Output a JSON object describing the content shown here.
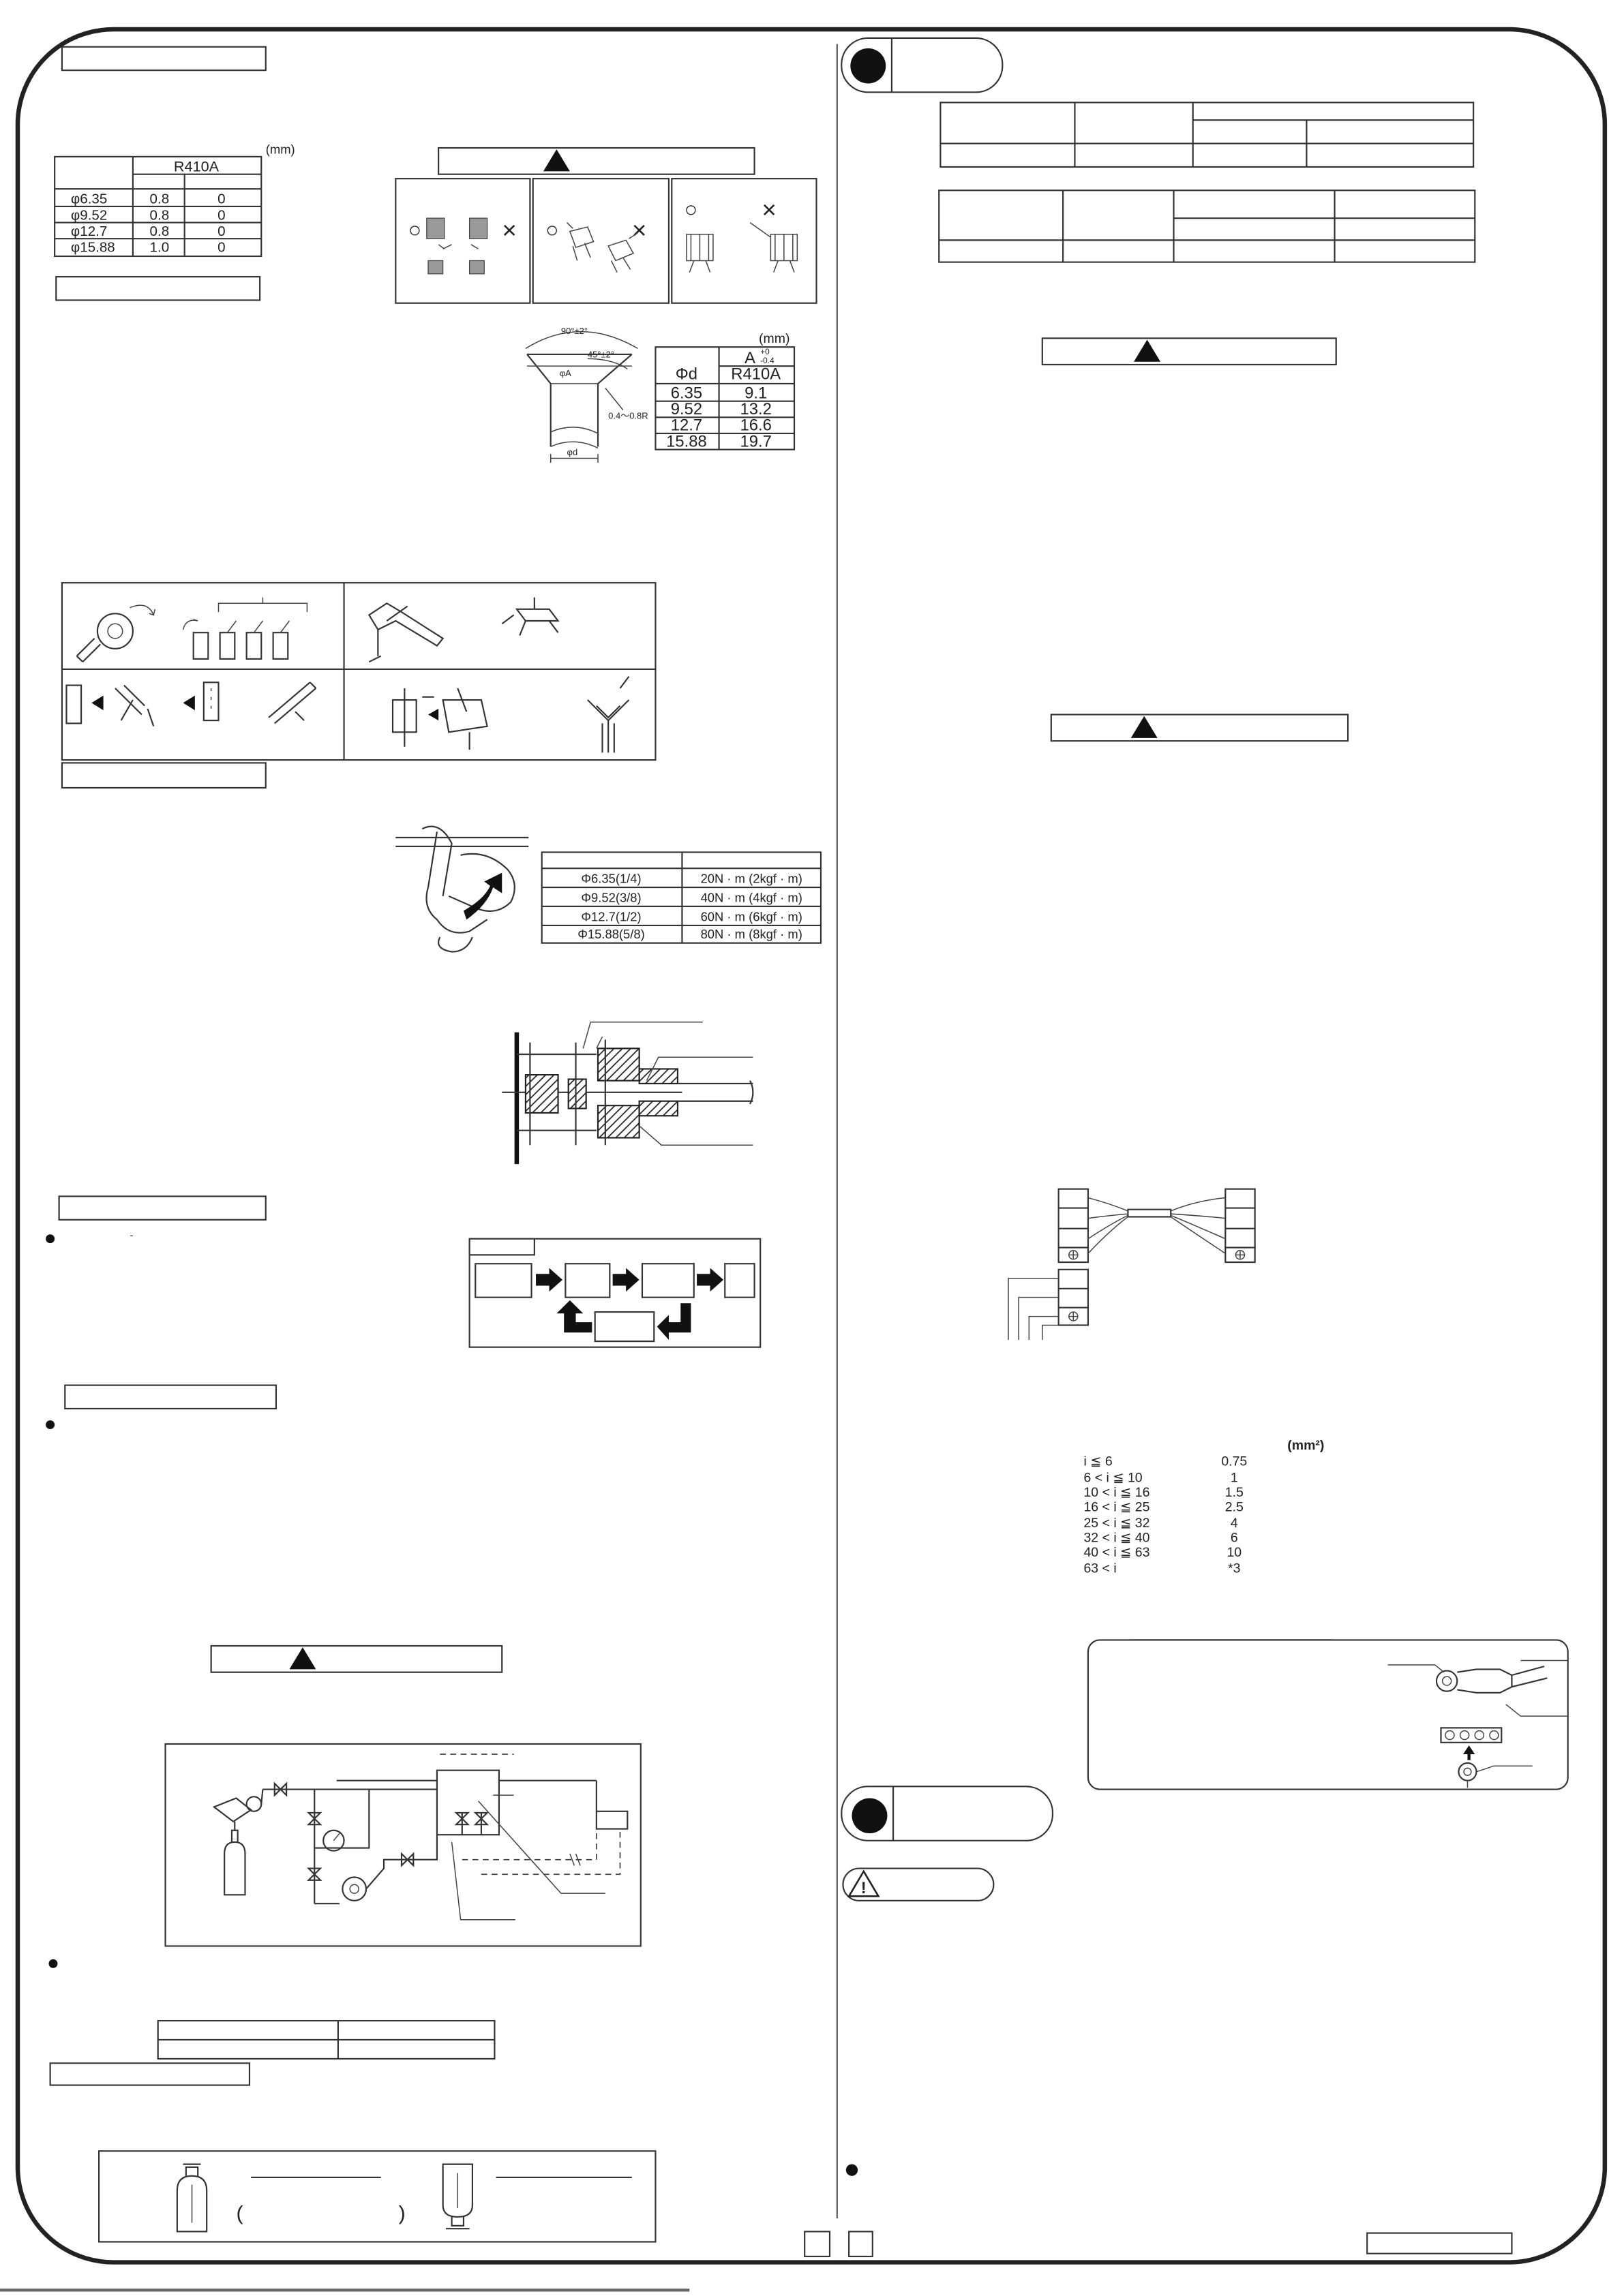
{
  "symbols": {
    "ok": "○",
    "ng": "×"
  },
  "flare_margin_table": {
    "unit": "(mm)",
    "refrigerant": "R410A",
    "rows": [
      {
        "size": "φ6.35",
        "a": "0.8",
        "b": "0"
      },
      {
        "size": "φ9.52",
        "a": "0.8",
        "b": "0"
      },
      {
        "size": "φ12.7",
        "a": "0.8",
        "b": "0"
      },
      {
        "size": "φ15.88",
        "a": "1.0",
        "b": "0"
      }
    ]
  },
  "flare_dimensions": {
    "angle_90": "90°±2°",
    "angle_45": "45°±2°",
    "label_A": "φA",
    "radius": "0.4～0.8R",
    "label_d": "φd",
    "unit": "(mm)",
    "col_A": "A",
    "tol_plus": "+0",
    "tol_minus": "-0.4",
    "col_d": "Φd",
    "refrigerant": "R410A",
    "rows": [
      {
        "d": "6.35",
        "A": "9.1"
      },
      {
        "d": "9.52",
        "A": "13.2"
      },
      {
        "d": "12.7",
        "A": "16.6"
      },
      {
        "d": "15.88",
        "A": "19.7"
      }
    ]
  },
  "torque_table": {
    "rows": [
      {
        "size": "Φ6.35(1/4)",
        "torque": "20N · m  (2kgf · m)"
      },
      {
        "size": "Φ9.52(3/8)",
        "torque": "40N · m  (4kgf · m)"
      },
      {
        "size": "Φ12.7(1/2)",
        "torque": "60N · m  (6kgf · m)"
      },
      {
        "size": "Φ15.88(5/8)",
        "torque": "80N · m  (8kgf · m)"
      }
    ]
  },
  "bullet_dash": "-",
  "bottle_panel": {
    "paren_open": "(",
    "paren_close": ")"
  },
  "caution_mark": "!",
  "wire_size_table": {
    "unit": "(mm²)",
    "rows": [
      {
        "current": "i ≦ 6",
        "size": "0.75"
      },
      {
        "current": "6 < i ≦ 10",
        "size": "1"
      },
      {
        "current": "10 < i ≦ 16",
        "size": "1.5"
      },
      {
        "current": "16 < i ≦ 25",
        "size": "2.5"
      },
      {
        "current": "25 < i ≦ 32",
        "size": "4"
      },
      {
        "current": "32 < i ≦ 40",
        "size": "6"
      },
      {
        "current": "40 < i ≦ 63",
        "size": "10"
      },
      {
        "current": "63 < i",
        "size": "*3"
      }
    ]
  }
}
